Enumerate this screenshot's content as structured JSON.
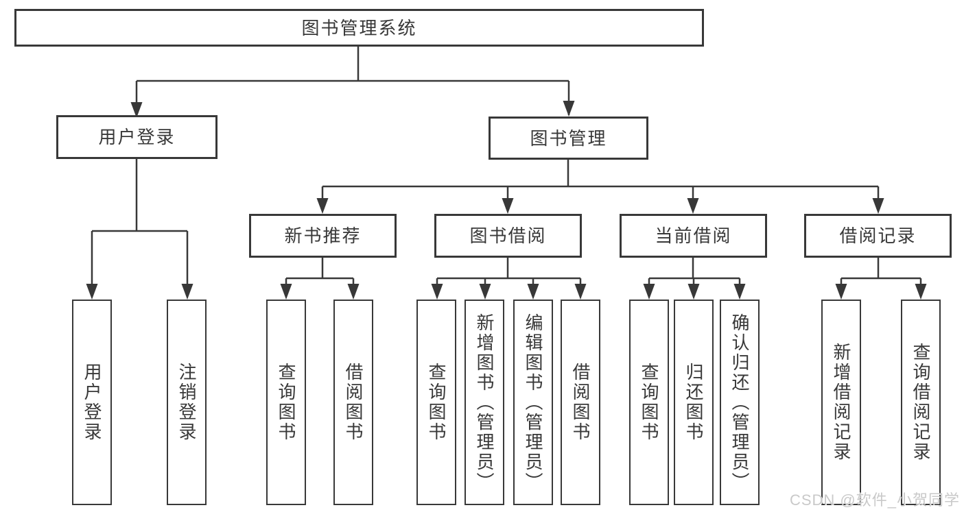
{
  "diagram": {
    "root": {
      "label": "图书管理系统"
    },
    "user_branch": {
      "label": "用户登录",
      "children": [
        {
          "label": "用户登录"
        },
        {
          "label": "注销登录"
        }
      ]
    },
    "book_branch": {
      "label": "图书管理",
      "groups": [
        {
          "label": "新书推荐",
          "children": [
            {
              "label": "查询图书"
            },
            {
              "label": "借阅图书"
            }
          ]
        },
        {
          "label": "图书借阅",
          "children": [
            {
              "label": "查询图书"
            },
            {
              "label": "新增图书（管理员）"
            },
            {
              "label": "编辑图书（管理员）"
            },
            {
              "label": "借阅图书"
            }
          ]
        },
        {
          "label": "当前借阅",
          "children": [
            {
              "label": "查询图书"
            },
            {
              "label": "归还图书"
            },
            {
              "label": "确认归还（管理员）"
            }
          ]
        },
        {
          "label": "借阅记录",
          "children": [
            {
              "label": "新增借阅记录"
            },
            {
              "label": "查询借阅记录"
            }
          ]
        }
      ]
    }
  },
  "watermark": {
    "text": "CSDN @软件_小贺同学"
  },
  "colors": {
    "line": "#383838",
    "text": "#383838",
    "watermark": "#c9c9c9",
    "background": "#ffffff"
  }
}
